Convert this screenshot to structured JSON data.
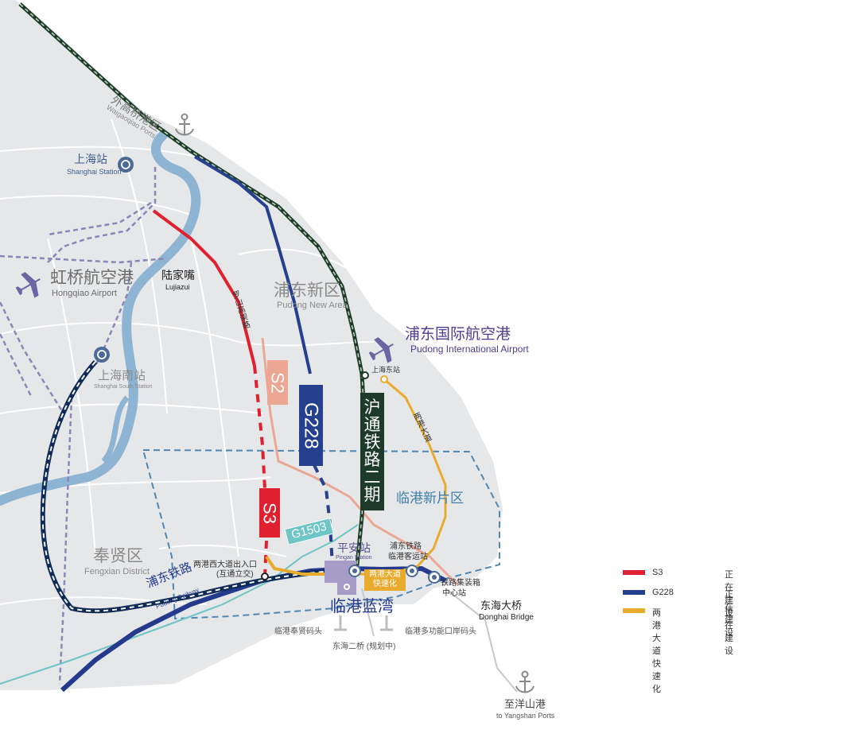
{
  "places": {
    "waigaoqiao_cn": "外高桥港区",
    "waigaoqiao_en": "Waigaoqiao Ports",
    "shanghai_station_cn": "上海站",
    "shanghai_station_en": "Shanghai Station",
    "hongqiao_cn": "虹桥航空港",
    "hongqiao_en": "Hongqiao Airport",
    "lujiazui_cn": "陆家嘴",
    "lujiazui_en": "Lujiazui",
    "luoshan_road": "罗山高架路",
    "pudong_new_area_cn": "浦东新区",
    "pudong_new_area_en": "Pudong New Area",
    "pudong_airport_cn": "浦东国际航空港",
    "pudong_airport_en": "Pudong International Airport",
    "shanghai_east_station": "上海东站",
    "lianggang_road": "两港大道",
    "shanghai_south_cn": "上海南站",
    "shanghai_south_en": "Shanghai South Station",
    "lingang_area": "临港新片区",
    "fengxian_cn": "奉贤区",
    "fengxian_en": "Fengxian District",
    "pudong_railway_cn": "浦东铁路",
    "pudong_railway_en": "Pudong Railway",
    "west_exit_1": "两港西大道出入口",
    "west_exit_2": "(互通立交)",
    "pingan_cn": "平安站",
    "pingan_en": "Pingan Station",
    "express_1": "两港大道",
    "express_2": "快速化",
    "pudong_rail_passenger_1": "浦东铁路",
    "pudong_rail_passenger_2": "临港客运站",
    "container_center_1": "铁路集装箱",
    "container_center_2": "中心站",
    "lingang_bay": "临港蓝湾",
    "donghai_bridge_cn": "东海大桥",
    "donghai_bridge_en": "Donghai Bridge",
    "fengxian_wharf": "临港奉贤码头",
    "multi_wharf": "临港多功能口岸码头",
    "donghai_bridge2": "东海二桥 (规划中)",
    "yangshan_cn": "至洋山港",
    "yangshan_en": "to Yangshan Ports"
  },
  "route_labels": {
    "s2": "S2",
    "s3": "S3",
    "g228": "G228",
    "g1503": "G1503",
    "hutong": [
      "沪",
      "通",
      "铁",
      "路",
      "二",
      "期"
    ]
  },
  "legend": [
    {
      "name": "S3",
      "status": "正在建设",
      "color": "#e0202f"
    },
    {
      "name": "G228",
      "status": "正在建设",
      "color": "#25408f"
    },
    {
      "name": "两港大道快速化",
      "status": "正在建设",
      "color": "#e9ab2d"
    }
  ],
  "colors": {
    "land": "#e6e7e9",
    "river": "#8eb4d4",
    "s3": "#e0202f",
    "s2": "#eba793",
    "g228": "#25408f",
    "hutong": "#1d3a2b",
    "express": "#e9ab2d",
    "g1503": "#6fc5c5",
    "lingang_boundary": "#4f87b3",
    "purple": "#6d64a3"
  },
  "icons": [
    "anchor-icon",
    "rail-station-icon",
    "airplane-icon",
    "map-pin-icon"
  ]
}
